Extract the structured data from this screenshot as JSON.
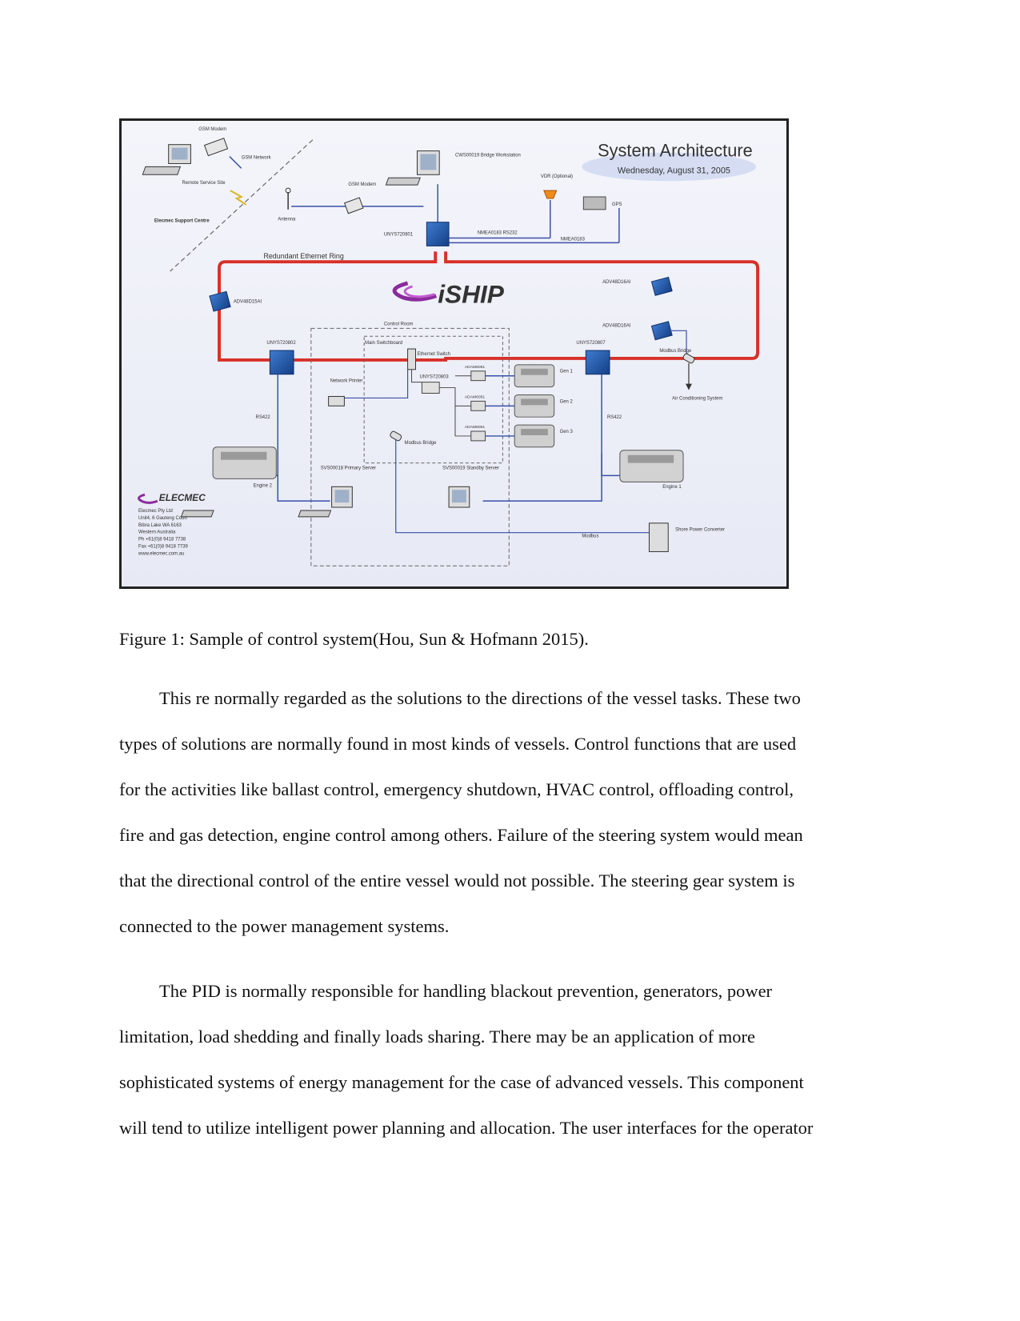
{
  "figure": {
    "title": "System Architecture",
    "date": "Wednesday, August 31, 2005",
    "brand": "iSHIP",
    "labels": {
      "gsm_modem_top": "GSM Modem",
      "gsm_network": "GSM Network",
      "remote_service_site": "Remote Service Site",
      "support_centre": "Elecmec Support Centre",
      "antenna": "Antenna",
      "gsm_modem": "GSM Modem",
      "workstation": "CWS00019 Bridge Workstation",
      "vdr": "VDR (Optional)",
      "gps": "GPS",
      "uny_top": "UNYS720801",
      "nmea_rs232": "NMEA0183 RS232",
      "nmea": "NMEA0183",
      "ring": "Redundant Ethernet Ring",
      "adv_left": "ADV48D15AI",
      "adv_right_1": "ADV48D16AI",
      "adv_right_2": "ADV48D16AI",
      "control_room": "Control Room",
      "main_switchboard": "Main Switchboard",
      "ethernet_switch": "Ethernet Switch",
      "uny_left": "UNYS720802",
      "uny_right": "UNYS720807",
      "uny_mid": "UNYS720803",
      "adam_1": "ADAM6051",
      "adam_2": "ADAM6051",
      "adam_3": "ADAM6051",
      "gen_1": "Gen 1",
      "gen_2": "Gen 2",
      "gen_3": "Gen 3",
      "network_printer": "Network Printer",
      "modbus_bridge_right": "Modbus Bridge",
      "air_conditioning": "Air Conditioning System",
      "rs422_left": "RS422",
      "rs422_right": "RS422",
      "modbus_bridge": "Modbus Bridge",
      "engine_2": "Engine 2",
      "engine_1": "Engine 1",
      "primary_server": "SVS00018 Primary Server",
      "standby_server": "SVS00019 Standby Server",
      "modbus": "Modbus",
      "shore_power": "Shore Power Converter",
      "elecmec_logo": "ELECMEC",
      "contact": [
        "Elecmec Pty Ltd",
        "Unit4, 6 Gauteng Court",
        "Bibra Lake WA 6163",
        "Western Australia",
        "Ph +61(0)8 9418 7738",
        "Fax +61(0)8 9418 7739",
        "www.elecmec.com.au"
      ]
    }
  },
  "caption": "Figure 1: Sample of control system(Hou, Sun & Hofmann 2015).",
  "paragraphs": [
    {
      "lines": [
        "This re normally regarded as the solutions to the directions of the vessel tasks. These two",
        "types of solutions are normally found in most kinds of vessels. Control functions that are used",
        "for the activities like ballast control, emergency shutdown, HVAC control, offloading control,",
        "fire and gas detection, engine control among others. Failure of the steering system would mean",
        "that the directional control of the entire vessel would not possible. The steering gear system is",
        "connected to the power management systems."
      ]
    },
    {
      "lines": [
        "The PID is normally responsible for handling blackout prevention, generators, power",
        "limitation, load shedding and finally loads sharing. There may be an application of more",
        "sophisticated systems of energy management for the case of advanced vessels. This component",
        "will tend to utilize intelligent power planning and allocation. The user interfaces for the operator"
      ]
    }
  ],
  "colors": {
    "ring": "#d8302a",
    "link": "#3a4fa8",
    "device": "#1e5aa8",
    "brand": "#8a2b9c",
    "brand_text": "#3a5ed0",
    "vdr": "#f08a1c"
  }
}
